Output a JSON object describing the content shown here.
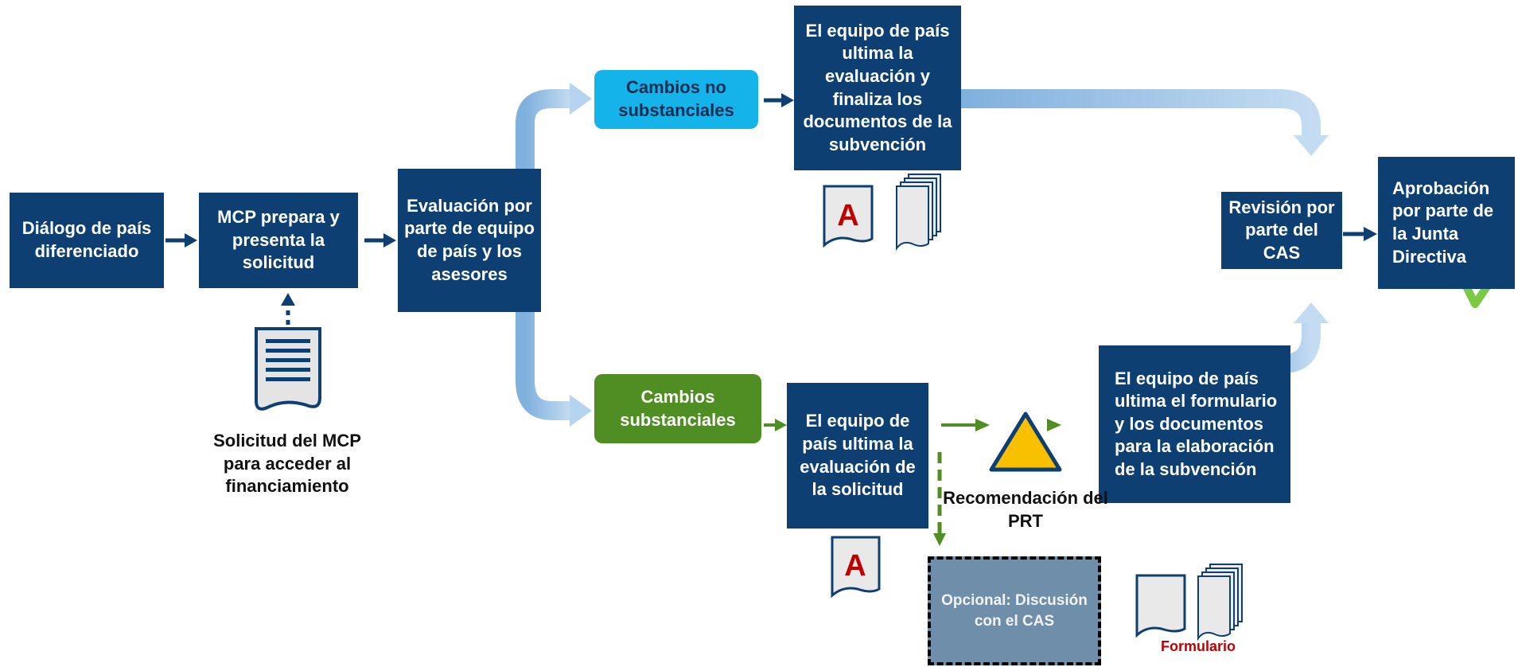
{
  "boxes": {
    "dialogo": "Diálogo de país diferenciado",
    "mcp_prepara": "MCP prepara y presenta la solicitud",
    "evaluacion": "Evaluación por parte de equipo de país y los asesores",
    "cambios_no": "Cambios no substanciales",
    "equipo_finaliza": "El equipo de país ultima la evaluación y finaliza los documentos de la subvención",
    "cambios_si": "Cambios substanciales",
    "equipo_ultima": "El equipo de país ultima la evaluación de la solicitud",
    "equipo_formulario": "El equipo de país ultima el formulario y los documentos para la elaboración de la subvención",
    "revision_cas": "Revisión por parte del CAS",
    "aprobacion": "Aprobación por parte de la Junta Directiva",
    "opcional": "Opcional: Discusión con el CAS"
  },
  "captions": {
    "solicitud_mcp": "Solicitud del MCP para acceder al financiamiento",
    "recomendacion_prt": "Recomendación del PRT",
    "formulario": "Formulario"
  },
  "icons": {
    "pdf_letter": "A"
  },
  "colors": {
    "navy": "#0e3f72",
    "cyan": "#14b4ea",
    "green": "#4f8e22",
    "optional_gray": "#6f8ea9",
    "light_arrow": "#9ec4e8",
    "warning_yellow": "#f8c000",
    "check_green": "#7ac943",
    "pdf_red": "#c00000"
  }
}
